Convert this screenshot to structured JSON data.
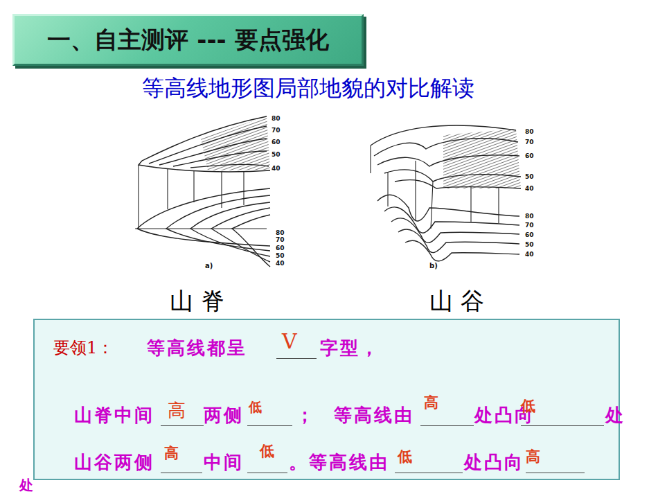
{
  "diagram": {
    "title": "等高线地形图局部地貌的对比解读",
    "nodes": [
      {
        "text": [
          "一、自主测评 --- 要点强化"
        ]
      },
      {
        "text": [
          "要领1：",
          "等高线都呈",
          "V",
          "字型，",
          "山脊中间",
          "高",
          "两侧",
          "低",
          "；",
          "等高线由",
          "高",
          "处凸向",
          "低",
          "处",
          "山谷两侧",
          "高",
          "中间",
          "低",
          "。等高线由",
          "低",
          "处凸向",
          "高"
        ]
      }
    ],
    "labels": [
      "处",
      "山 脊",
      "山 谷",
      "80",
      "70",
      "60",
      "50",
      "40",
      "80",
      "70",
      "60",
      "50",
      "40",
      "a)",
      "80",
      "70",
      "60",
      "50",
      "40",
      "80",
      "70",
      "60",
      "50",
      "40",
      "b)"
    ]
  }
}
